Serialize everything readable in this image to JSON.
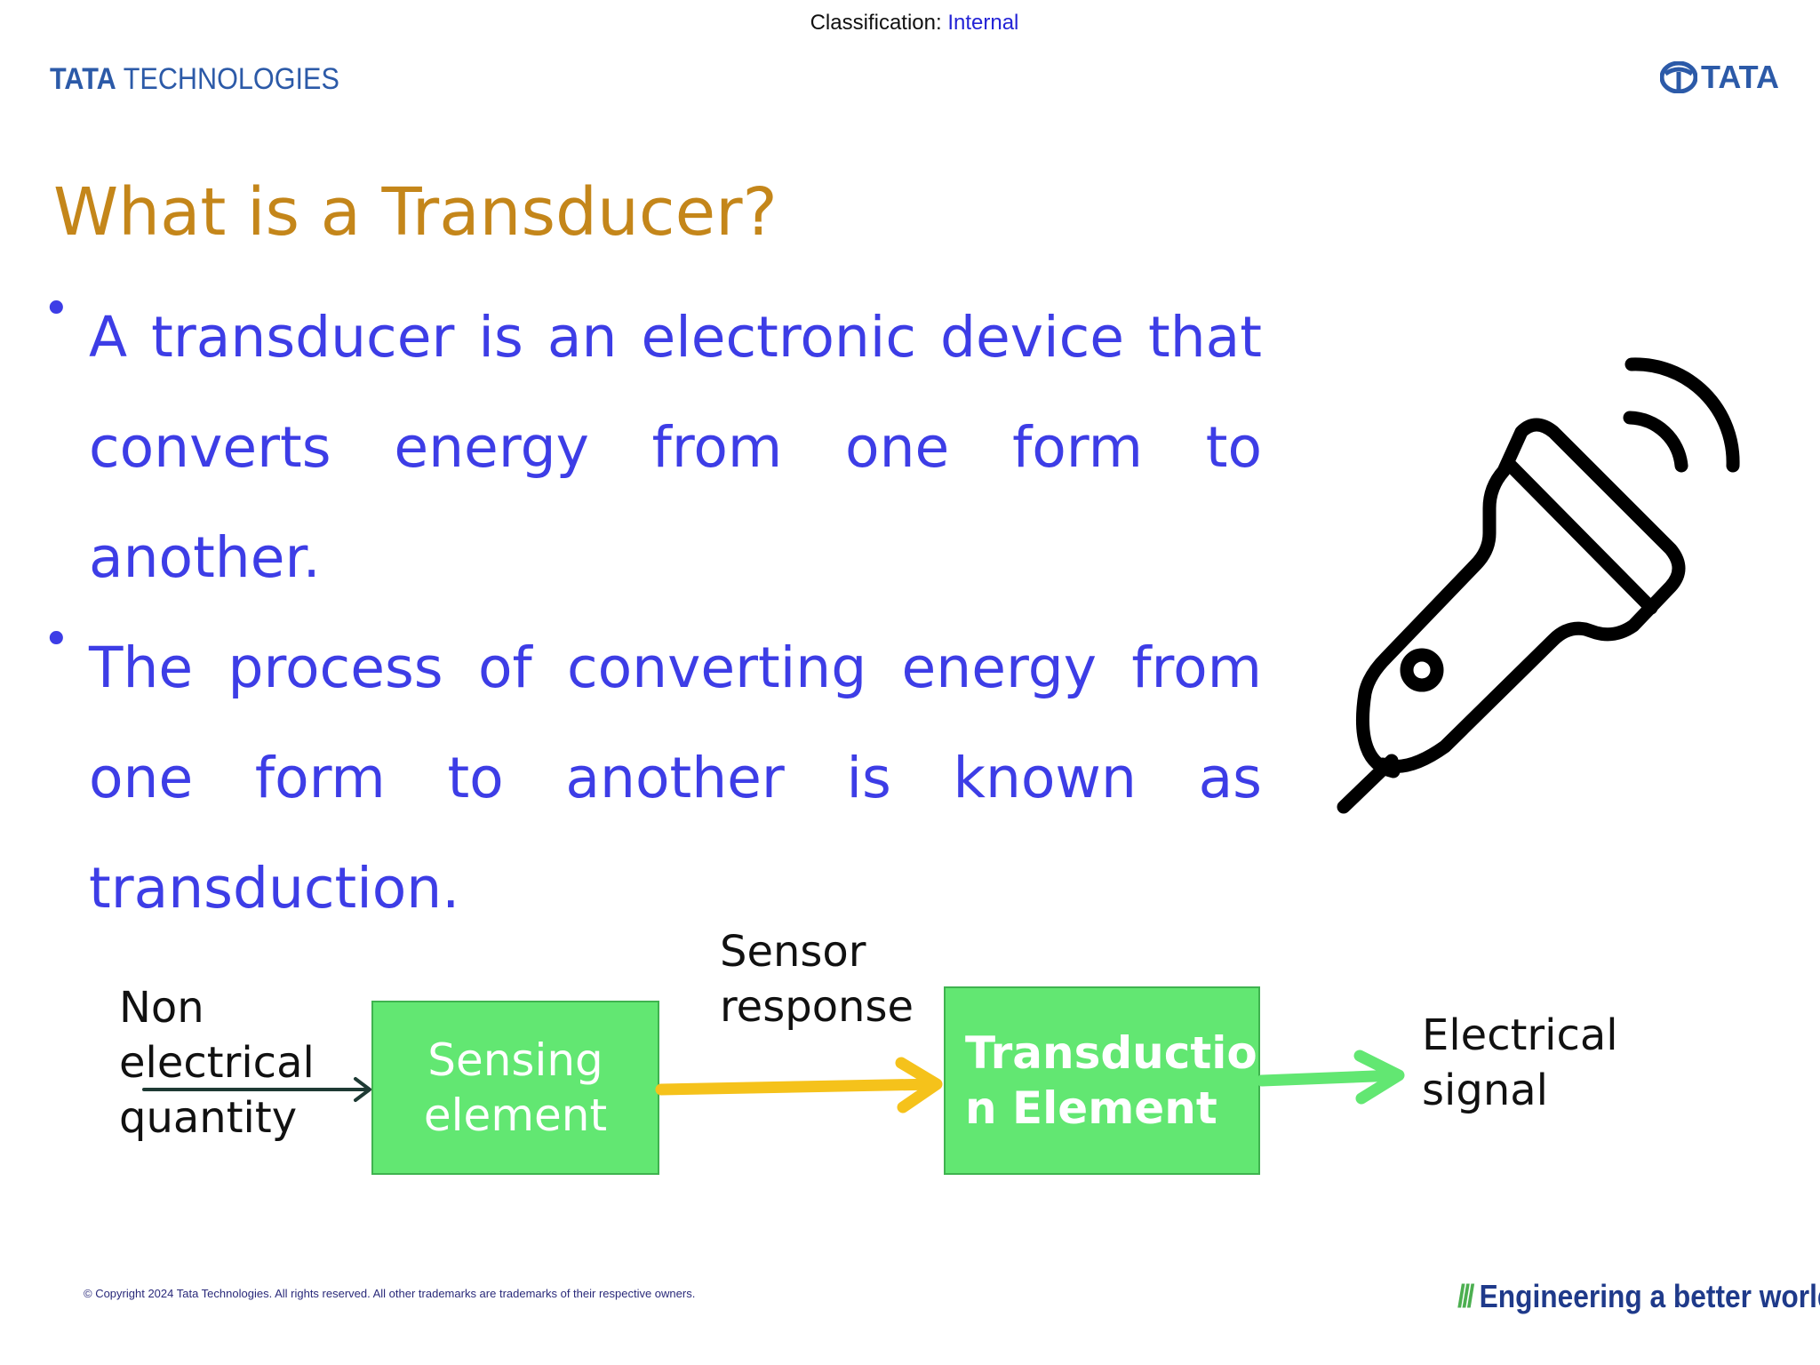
{
  "header": {
    "classification_label": "Classification:",
    "classification_value": "Internal",
    "brand_left_bold": "TATA",
    "brand_left_rest": " TECHNOLOGIES",
    "brand_right": "TATA"
  },
  "slide": {
    "title": "What is a Transducer?",
    "bullets": [
      "A transducer is an electronic device that converts energy from one form to another.",
      "The process of converting energy from one form to another is known as transduction."
    ],
    "illustration_icon": "ultrasound-probe-icon"
  },
  "diagram": {
    "input_label_lines": [
      "Non",
      "electrical",
      "quantity"
    ],
    "sensing_box_lines": [
      "Sensing",
      "element"
    ],
    "sensor_label_lines": [
      "Sensor",
      "response"
    ],
    "transduction_box_lines": [
      "Transductio",
      "n Element"
    ],
    "output_label_lines": [
      "Electrical",
      "signal"
    ],
    "colors": {
      "box_fill": "#62e772",
      "sensor_arrow": "#f5c21b",
      "output_arrow": "#62e772",
      "input_arrow": "#1e3a34"
    }
  },
  "footer": {
    "copyright": "© Copyright 2024 Tata Technologies. All rights reserved. All other trademarks are trademarks of their respective owners.",
    "tagline_slashes": "///",
    "tagline": "Engineering a better world"
  }
}
